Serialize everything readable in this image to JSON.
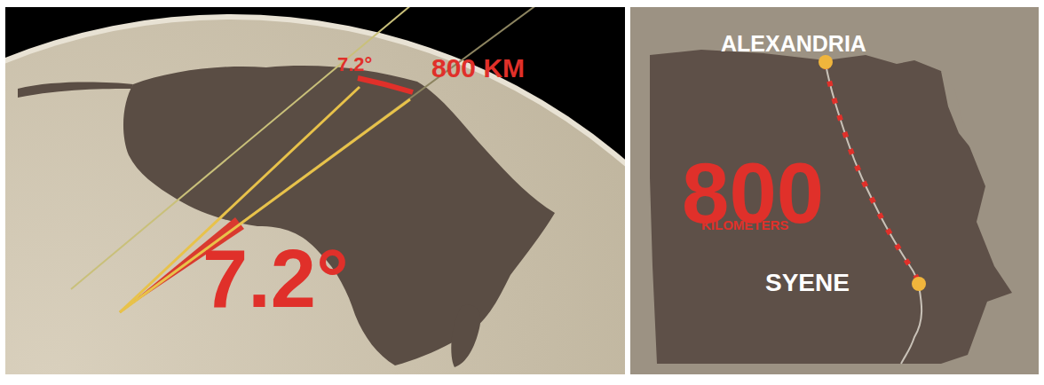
{
  "diagram": {
    "labels": [
      "7.2°",
      "800 KM",
      "7.2°",
      "ALEXANDRIA",
      "800",
      "KILOMETERS",
      "SYENE"
    ]
  }
}
